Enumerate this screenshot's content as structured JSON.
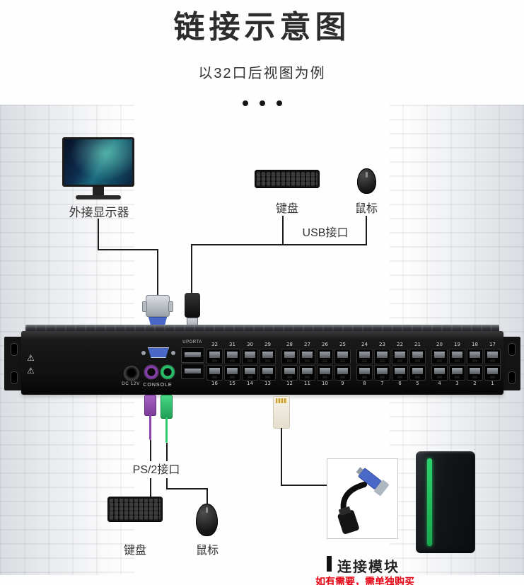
{
  "title": "链接示意图",
  "subtitle": "以32口后视图为例",
  "top_section": {
    "monitor_label": "外接显示器",
    "keyboard_label": "键盘",
    "mouse_label": "鼠标",
    "usb_label": "USB接口"
  },
  "device": {
    "uport_label": "UPORTA",
    "console_label": "CONSOLE",
    "dc_label": "DC 12V",
    "warning_icon": "⚠",
    "ports_top": [
      "32",
      "31",
      "30",
      "29",
      "28",
      "27",
      "26",
      "25",
      "24",
      "23",
      "22",
      "21",
      "20",
      "19",
      "18",
      "17"
    ],
    "ports_bottom": [
      "16",
      "15",
      "14",
      "13",
      "12",
      "11",
      "10",
      "9",
      "8",
      "7",
      "6",
      "5",
      "4",
      "3",
      "2",
      "1"
    ]
  },
  "bottom_section": {
    "ps2_label": "PS/2接口",
    "keyboard_label": "键盘",
    "mouse_label": "鼠标",
    "module_label": "连接模块",
    "module_note": "如有需要，需单独购买"
  },
  "colors": {
    "note_red": "#e60012",
    "ps2_purple": "#8e44ad",
    "ps2_green": "#2ecc71",
    "vga_blue": "#4a68c8"
  }
}
